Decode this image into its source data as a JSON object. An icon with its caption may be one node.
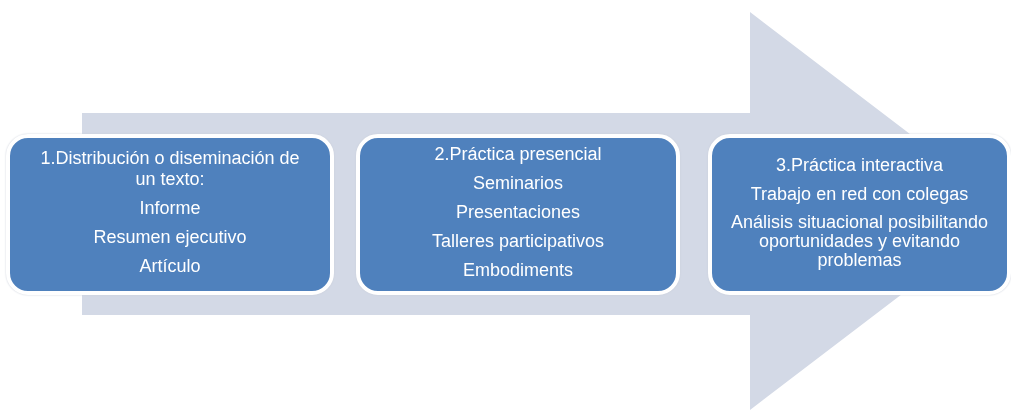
{
  "diagram": {
    "nodes": [
      {
        "text": [
          "1.Distribución o diseminación de un texto:",
          "Informe",
          "Resumen ejecutivo",
          "Artículo"
        ]
      },
      {
        "text": [
          "2.Práctica presencial",
          "Seminarios",
          "Presentaciones",
          "Talleres participativos",
          "Embodiments"
        ]
      },
      {
        "text": [
          "3.Práctica interactiva",
          "Trabajo en red con colegas",
          "Análisis situacional posibilitando oportunidades y evitando problemas"
        ]
      }
    ],
    "edges": [
      {
        "from": 0,
        "to": 2,
        "arrow": "to"
      }
    ]
  }
}
